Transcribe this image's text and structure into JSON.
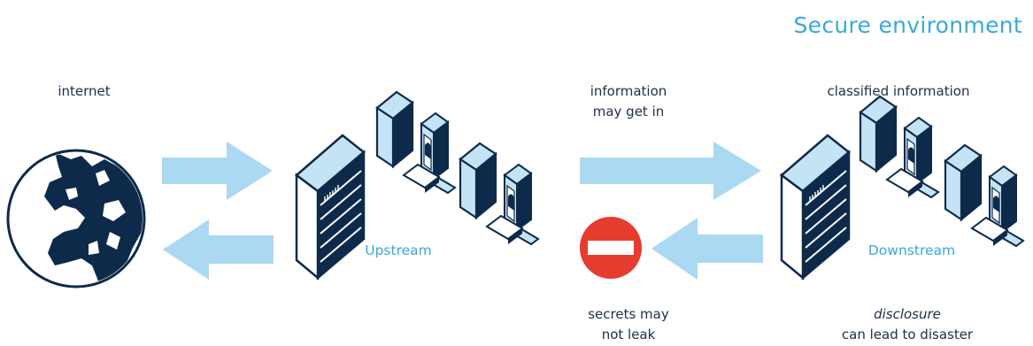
{
  "title": "Secure environment",
  "labels": {
    "internet": "internet",
    "information_in_1": "information",
    "information_in_2": "may get in",
    "classified": "classified information",
    "upstream": "Upstream",
    "downstream": "Downstream",
    "secrets_1": "secrets may",
    "secrets_2": "not leak",
    "disclosure_1": "disclosure",
    "disclosure_2": "can lead to disaster"
  },
  "colors": {
    "arrow": "#aad9f1",
    "dark": "#0d2a4b",
    "light": "#c4e3f5",
    "accent": "#3aa9dc",
    "stop": "#e63c2f"
  },
  "icons": [
    "globe-icon",
    "server-icon",
    "computer-icon",
    "arrow-right-icon",
    "arrow-left-icon",
    "no-entry-icon"
  ]
}
